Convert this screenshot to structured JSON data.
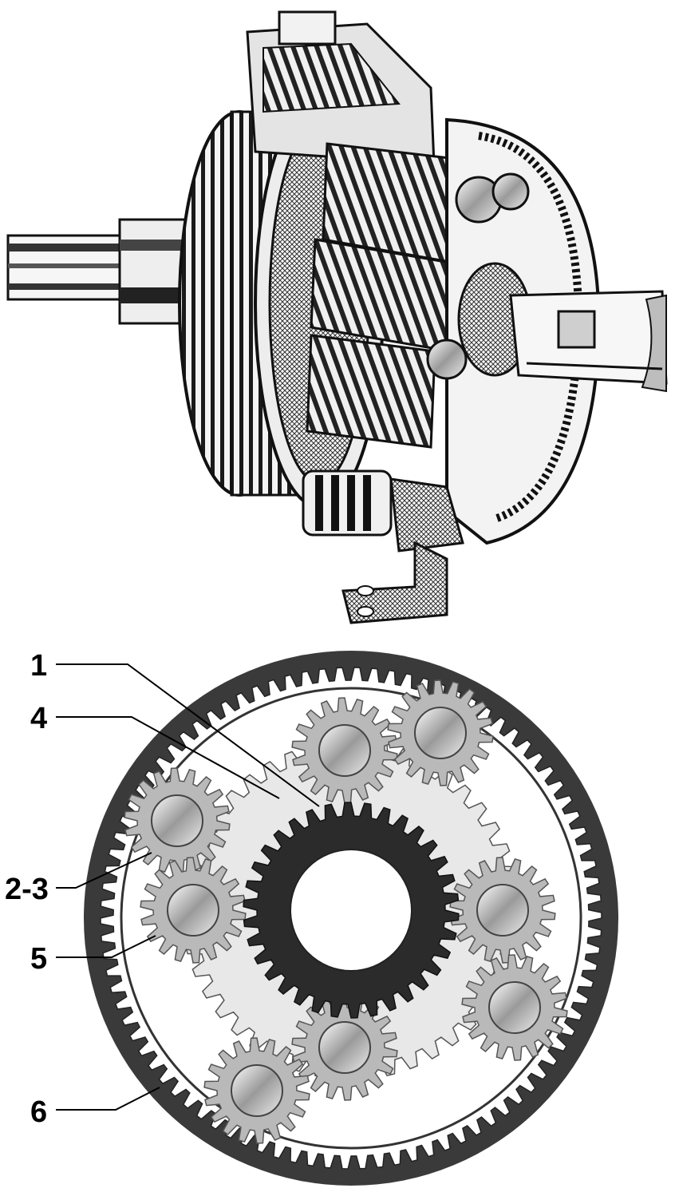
{
  "labels": [
    {
      "id": "1",
      "text": "1"
    },
    {
      "id": "4",
      "text": "4"
    },
    {
      "id": "2-3",
      "text": "2-3"
    },
    {
      "id": "5",
      "text": "5"
    },
    {
      "id": "6",
      "text": "6"
    }
  ],
  "colors": {
    "ink": "#111111",
    "ring": "#3a3a3a",
    "carrier": "#e8e8e8",
    "sun": "#2b2b2b",
    "planet": "#b9b9b9",
    "hub": "#d4d4d4"
  }
}
